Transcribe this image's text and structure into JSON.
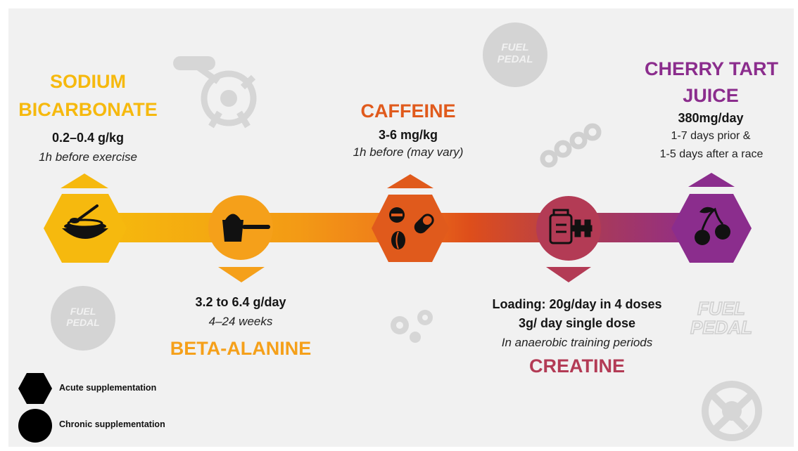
{
  "colors": {
    "sodium_bicarbonate": "#f6b90e",
    "beta_alanine": "#f5a01a",
    "caffeine": "#e05a1c",
    "creatine": "#b33b55",
    "cherry_tart_juice": "#8b2d8d",
    "background": "#f1f1f1"
  },
  "supplements": {
    "sodium_bicarbonate": {
      "title_line1": "SODIUM",
      "title_line2": "BICARBONATE",
      "dose": "0.2–0.4 g/kg",
      "timing": "1h before exercise",
      "icon": "bowl-icon",
      "supplementation": "acute"
    },
    "beta_alanine": {
      "title": "BETA-ALANINE",
      "dose": "3.2 to 6.4 g/day",
      "duration": "4–24 weeks",
      "icon": "powder-scoop-icon",
      "supplementation": "chronic"
    },
    "caffeine": {
      "title": "CAFFEINE",
      "dose": "3-6 mg/kg",
      "timing": "1h before (may vary)",
      "icon": "pills-and-bean-icon",
      "supplementation": "acute"
    },
    "creatine": {
      "title": "CREATINE",
      "loading": "Loading: 20g/day in 4 doses",
      "maintenance": "3g/ day single dose",
      "context": "In anaerobic training periods",
      "icon": "supplement-jar-dumbbell-icon",
      "supplementation": "chronic"
    },
    "cherry_tart_juice": {
      "title_line1": "CHERRY TART",
      "title_line2": "JUICE",
      "dose": "380mg/day",
      "timing_line1": "1-7 days prior &",
      "timing_line2": "1-5 days after a race",
      "icon": "cherries-icon",
      "supplementation": "acute"
    }
  },
  "legend": {
    "acute": "Acute supplementation",
    "chronic": "Chronic supplementation"
  },
  "branding": {
    "logo_text_line1": "FUEL",
    "logo_text_line2": "PEDAL"
  }
}
